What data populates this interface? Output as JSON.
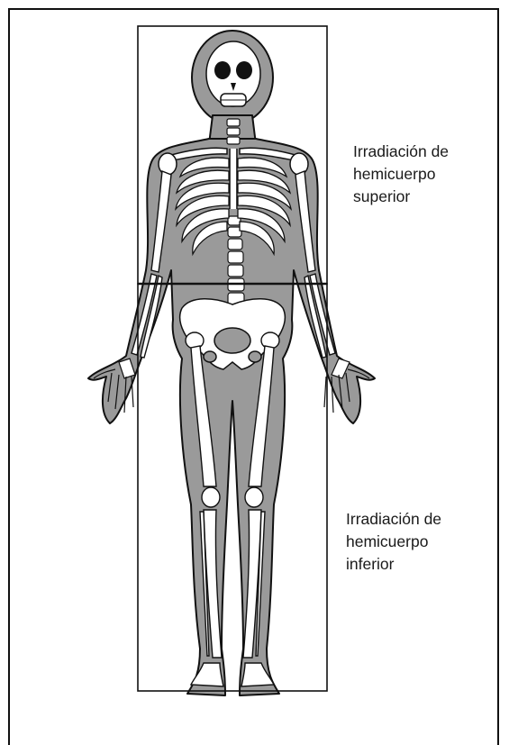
{
  "labels": {
    "upper": [
      "Irradiación de",
      "hemicuerpo",
      "superior"
    ],
    "lower": [
      "Irradiación de",
      "hemicuerpo",
      "inferior"
    ]
  },
  "colors": {
    "body_fill": "#9a9a9a",
    "bone_fill": "#ffffff",
    "outline": "#111111"
  }
}
